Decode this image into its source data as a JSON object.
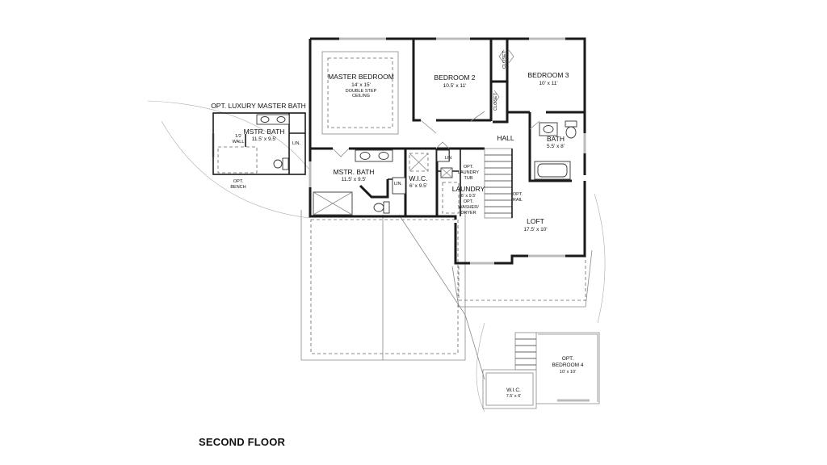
{
  "floor_title": "SECOND FLOOR",
  "rooms": {
    "master_bedroom": {
      "name": "MASTER BEDROOM",
      "size": "14' x 15'",
      "note_1": "DOUBLE STEP",
      "note_2": "CEILING"
    },
    "bedroom_2": {
      "name": "BEDROOM 2",
      "size": "10.5' x 11'"
    },
    "bedroom_3": {
      "name": "BEDROOM 3",
      "size": "10' x 11'"
    },
    "closet_a": "CLOSET",
    "closet_b": "CLOSET",
    "hall": "HALL",
    "bath": {
      "name": "BATH",
      "size": "5.5' x 8'"
    },
    "mstr_bath": {
      "name": "MSTR. BATH",
      "size": "11.5' x 9.5'"
    },
    "wic": {
      "name": "W.I.C.",
      "size": "6' x 9.5'"
    },
    "lin_1": "LIN.",
    "lin_2": "LIN",
    "laundry": {
      "name": "LAUNDRY",
      "size": "6' x 9.5'",
      "opt_tub_1": "OPT.",
      "opt_tub_2": "LAUNDRY",
      "opt_tub_3": "TUB",
      "opt_wd_1": "OPT.",
      "opt_wd_2": "WASHER/",
      "opt_wd_3": "DRYER"
    },
    "opt_rail_1": "OPT.",
    "opt_rail_2": "RAIL",
    "loft": {
      "name": "LOFT",
      "size": "17.5' x 10'"
    },
    "opt_bedroom_4": {
      "line_1": "OPT.",
      "line_2": "BEDROOM 4",
      "size": "10' x 10'"
    },
    "wic_2": {
      "name": "W.I.C.",
      "size": "7.5' x 6'"
    }
  },
  "luxury_bath": {
    "title": "OPT. LUXURY MASTER BATH",
    "name": "MSTR. BATH",
    "size": "11.5' x 9.5'",
    "half_wall_1": "1/2",
    "half_wall_2": "WALL",
    "lin": "LIN.",
    "bench_1": "OPT.",
    "bench_2": "BENCH"
  }
}
